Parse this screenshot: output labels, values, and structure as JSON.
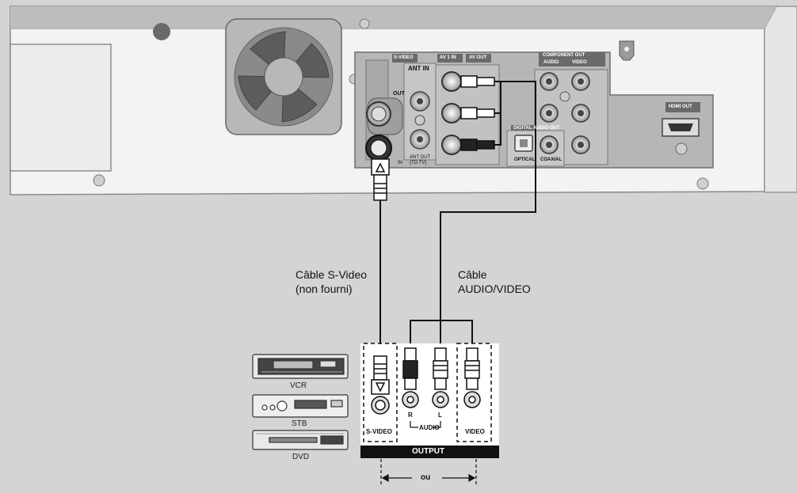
{
  "panel": {
    "svideo_header": "S-VIDEO",
    "ant_in": "ANT IN",
    "ant_out": "ANT OUT",
    "ant_out_sub": "(TO TV)",
    "out": "OUT",
    "in": "IN",
    "av1_in": "AV 1 IN",
    "av_out": "AV OUT",
    "component_out": "COMPONENT OUT",
    "audio": "AUDIO",
    "video": "VIDEO",
    "digital_audio_out": "DIGITAL AUDIO OUT",
    "optical": "OPTICAL",
    "coaxial": "COAXIAL",
    "hdmi_out": "HDMI OUT"
  },
  "labels": {
    "svideo_cable_line1": "Câble S-Video",
    "svideo_cable_line2": "(non fourni)",
    "av_cable_line1": "Câble",
    "av_cable_line2": "AUDIO/VIDEO"
  },
  "devices": [
    {
      "name": "VCR"
    },
    {
      "name": "STB"
    },
    {
      "name": "DVD"
    }
  ],
  "output_block": {
    "svideo": "S-VIDEO",
    "r": "R",
    "l": "L",
    "audio": "AUDIO",
    "video": "VIDEO",
    "output": "OUTPUT",
    "ou": "ou"
  },
  "colors": {
    "background": "#d4d4d4",
    "chassis": "#f2f2f2",
    "panel": "#b4b4b4",
    "outline": "#6e6e6e",
    "black": "#111111"
  }
}
